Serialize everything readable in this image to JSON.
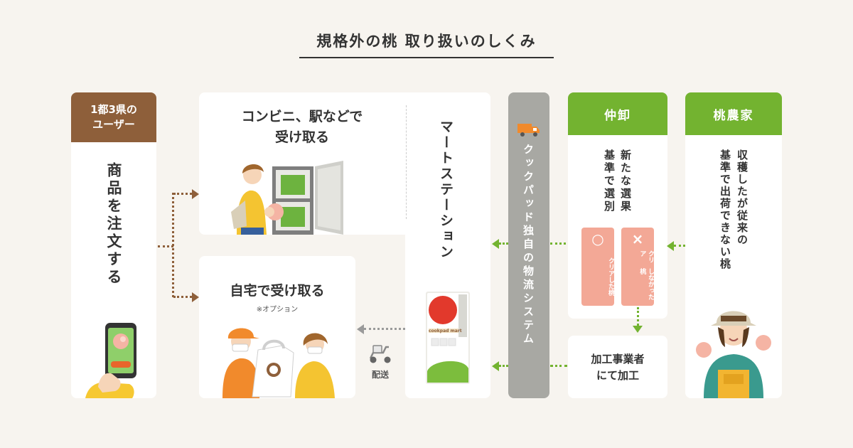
{
  "title": "規格外の桃 取り扱いのしくみ",
  "user": {
    "header": "1都3県の\nユーザー",
    "action": "商品を注文する"
  },
  "pickup_station": {
    "label": "コンビニ、駅などで\n受け取る"
  },
  "home_delivery": {
    "label": "自宅で受け取る",
    "note": "※オプション"
  },
  "delivery_label": "配送",
  "mart_station": {
    "label": "マートステーション",
    "machine_logo": "cookpad mart"
  },
  "logistics": {
    "label": "クックパッド独自の物流システム"
  },
  "wholesaler": {
    "header": "仲卸",
    "text_right": "新たな選果",
    "text_left": "基準で選別",
    "pass": {
      "mark": "○",
      "label": "クリアした桃"
    },
    "fail": {
      "mark": "×",
      "label_right": "クリア",
      "label_left": "しなかった桃"
    }
  },
  "processor": {
    "label": "加工事業者\nにて加工"
  },
  "farmer": {
    "header": "桃農家",
    "text_right": "収穫したが従来の",
    "text_left": "基準で出荷できない桃"
  },
  "colors": {
    "brown": "#8e5f3a",
    "green": "#73b330",
    "gray_bar": "#a8a8a3",
    "pink": "#f3a896",
    "background": "#f7f4ef"
  }
}
